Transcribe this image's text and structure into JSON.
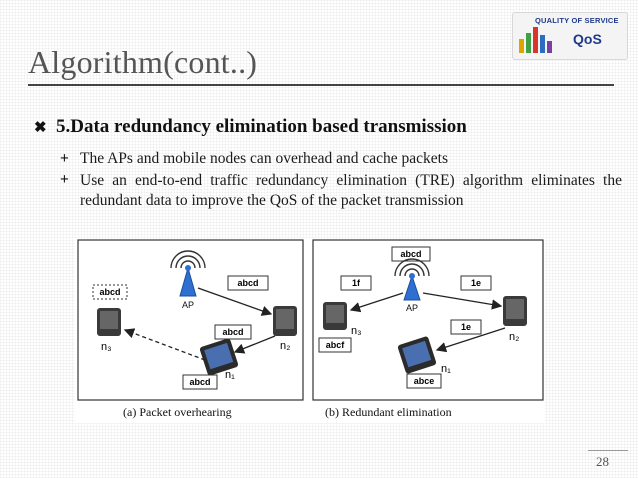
{
  "slide": {
    "title": "Algorithm(cont..)",
    "page_number": "28"
  },
  "logo": {
    "top_text": "QUALITY OF SERVICE",
    "main_text": "QoS"
  },
  "bullets": {
    "main": "5.Data redundancy elimination based transmission",
    "sub1": "The APs and mobile nodes can overhead and cache packets",
    "sub2": "Use an end-to-end traffic redundancy elimination (TRE) algorithm eliminates the redundant data to improve the QoS of the packet transmission"
  },
  "figure": {
    "panel_a": {
      "caption": "(a)  Packet overhearing",
      "ap_label": "AP",
      "packet_top": "abcd",
      "packet_cache": "abcd",
      "packet_mid": "abcd",
      "packet_bottom": "abcd",
      "n1": "n₁",
      "n2": "n₂",
      "n3": "n₃"
    },
    "panel_b": {
      "caption": "(b)  Redundant elimination",
      "ap_label": "AP",
      "packet_top": "abcd",
      "packet_1f": "1f",
      "packet_1e_top": "1e",
      "packet_1e_mid": "1e",
      "packet_abcf": "abcf",
      "packet_abce": "abce",
      "n1": "n₁",
      "n2": "n₂",
      "n3": "n₃"
    }
  }
}
